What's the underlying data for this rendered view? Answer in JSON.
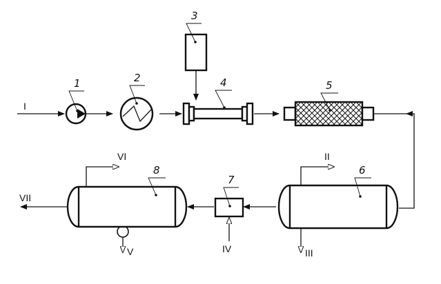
{
  "diagram": {
    "equipment_labels": [
      "1",
      "2",
      "3",
      "4",
      "5",
      "6",
      "7",
      "8"
    ],
    "stream_labels": {
      "I": "I",
      "II": "II",
      "III": "III",
      "IV": "IV",
      "V": "V",
      "VI": "VI",
      "VII": "VII"
    }
  }
}
